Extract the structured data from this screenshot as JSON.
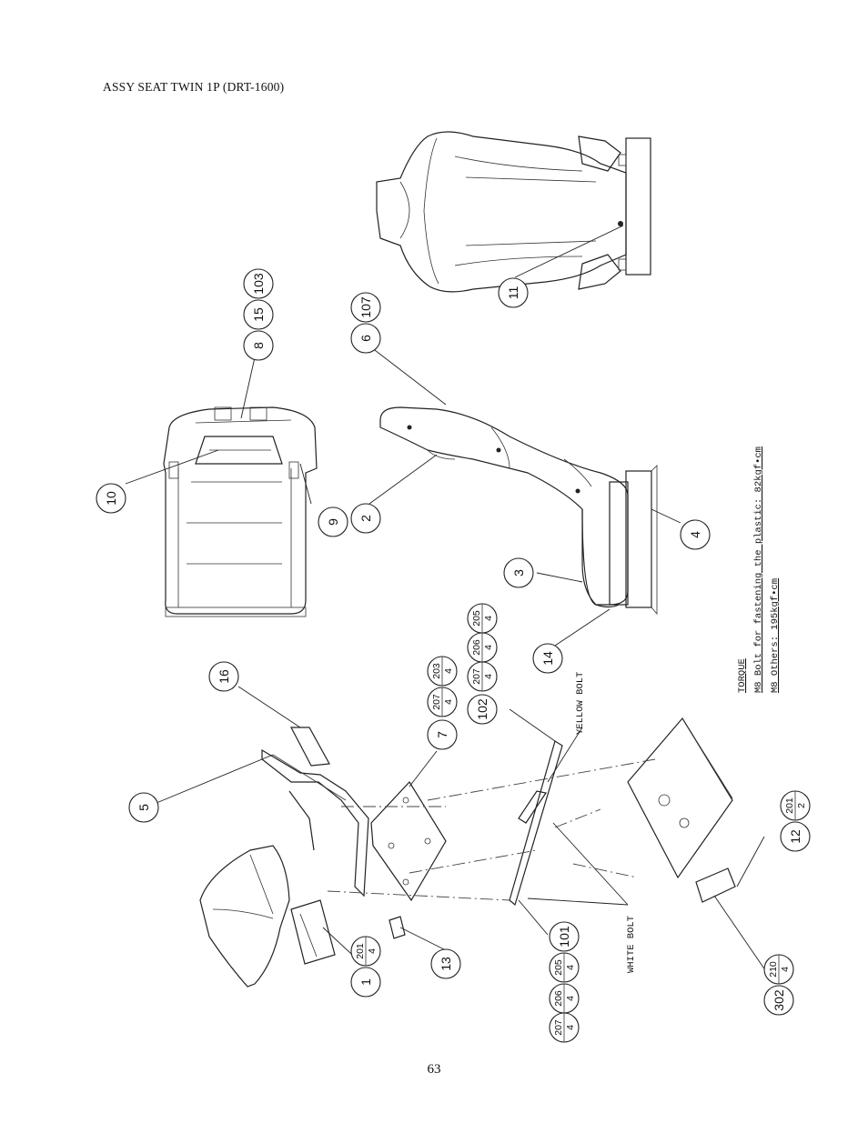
{
  "header": {
    "title": "ASSY SEAT  TWIN 1P (DRT-1600)"
  },
  "footer": {
    "page_number": "63"
  },
  "notes": {
    "torque_title": "TORQUE",
    "torque_line1": "M8 Bolt for fastening the plastic: 82kgf•cm",
    "torque_line2": "M8 Others: 195kgf•cm",
    "yellow_bolt": "YELLOW BOLT",
    "white_bolt": "WHITE BOLT"
  },
  "callouts": [
    {
      "id": "c10",
      "label": "10"
    },
    {
      "id": "c9",
      "label": "9"
    },
    {
      "id": "c2",
      "label": "2"
    },
    {
      "id": "c8",
      "label": "8"
    },
    {
      "id": "c15",
      "label": "15"
    },
    {
      "id": "c103",
      "label": "103"
    },
    {
      "id": "c6",
      "label": "6"
    },
    {
      "id": "c107",
      "label": "107"
    },
    {
      "id": "c11",
      "label": "11"
    },
    {
      "id": "c3",
      "label": "3"
    },
    {
      "id": "c4",
      "label": "4"
    },
    {
      "id": "c14",
      "label": "14"
    },
    {
      "id": "c16",
      "label": "16"
    },
    {
      "id": "c5",
      "label": "5"
    },
    {
      "id": "c7",
      "label": "7"
    },
    {
      "id": "c102",
      "label": "102"
    },
    {
      "id": "c1",
      "label": "1"
    },
    {
      "id": "c13",
      "label": "13"
    },
    {
      "id": "c101",
      "label": "101"
    },
    {
      "id": "c12",
      "label": "12"
    },
    {
      "id": "c302",
      "label": "302"
    }
  ],
  "fraction_callouts": [
    {
      "id": "f207a",
      "num": "207",
      "den": "4"
    },
    {
      "id": "f203",
      "num": "203",
      "den": "4"
    },
    {
      "id": "f207b",
      "num": "207",
      "den": "4"
    },
    {
      "id": "f206a",
      "num": "206",
      "den": "4"
    },
    {
      "id": "f205a",
      "num": "205",
      "den": "4"
    },
    {
      "id": "f201a",
      "num": "201",
      "den": "4"
    },
    {
      "id": "f207c",
      "num": "207",
      "den": "4"
    },
    {
      "id": "f206b",
      "num": "206",
      "den": "4"
    },
    {
      "id": "f205b",
      "num": "205",
      "den": "4"
    },
    {
      "id": "f201b",
      "num": "201",
      "den": "2"
    },
    {
      "id": "f210",
      "num": "210",
      "den": "4"
    }
  ]
}
